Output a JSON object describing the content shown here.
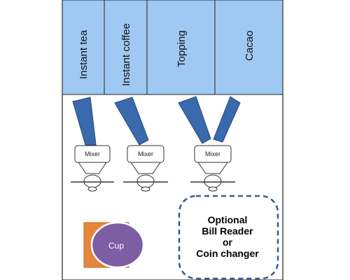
{
  "canisters": [
    {
      "label": "Instant tea"
    },
    {
      "label": "Instant coffee"
    },
    {
      "label": "Topping"
    },
    {
      "label": "Cacao"
    }
  ],
  "mixers": [
    {
      "label": "Mixer"
    },
    {
      "label": "Mixer"
    },
    {
      "label": "Mixer"
    }
  ],
  "cup": {
    "label": "Cup"
  },
  "optional_box": {
    "lines": [
      "Optional",
      "Bill Reader",
      "or",
      "Coin changer"
    ]
  },
  "colors": {
    "canister_fill": "#9fc9f3",
    "chute_fill": "#3a6aad",
    "chute_stroke": "#23477c",
    "cup_square": "#e5863b",
    "cup_circle": "#7d5da3",
    "dashed_border": "#3a5a8c"
  }
}
